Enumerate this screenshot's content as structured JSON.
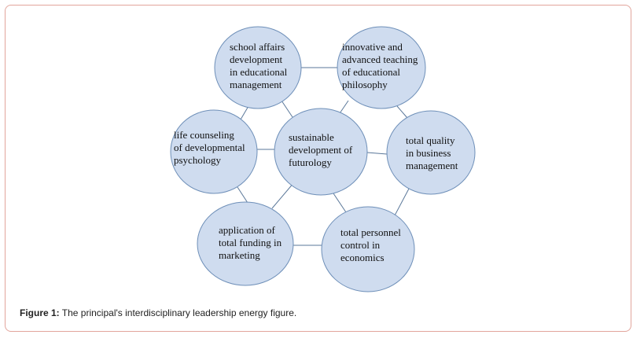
{
  "diagram": {
    "center": {
      "lines": [
        "sustainable",
        "development of",
        "futurology"
      ]
    },
    "nodes": [
      {
        "id": "school",
        "lines": [
          "school affairs",
          "development",
          "in educational",
          "management"
        ]
      },
      {
        "id": "innovative",
        "lines": [
          "innovative and",
          "advanced teaching",
          "of educational",
          "philosophy"
        ]
      },
      {
        "id": "quality",
        "lines": [
          "total quality",
          "in business",
          "management"
        ]
      },
      {
        "id": "personnel",
        "lines": [
          "total personnel",
          "control in",
          "economics"
        ]
      },
      {
        "id": "funding",
        "lines": [
          "application of",
          "total funding in",
          "marketing"
        ]
      },
      {
        "id": "counseling",
        "lines": [
          "life counseling",
          "of developmental",
          "psychology"
        ]
      }
    ],
    "colors": {
      "fill": "#cfdcef",
      "stroke": "#6e8fb8",
      "line": "#5a7799"
    }
  },
  "caption": {
    "label": "Figure 1:",
    "text": " The principal's interdisciplinary leadership energy figure."
  }
}
